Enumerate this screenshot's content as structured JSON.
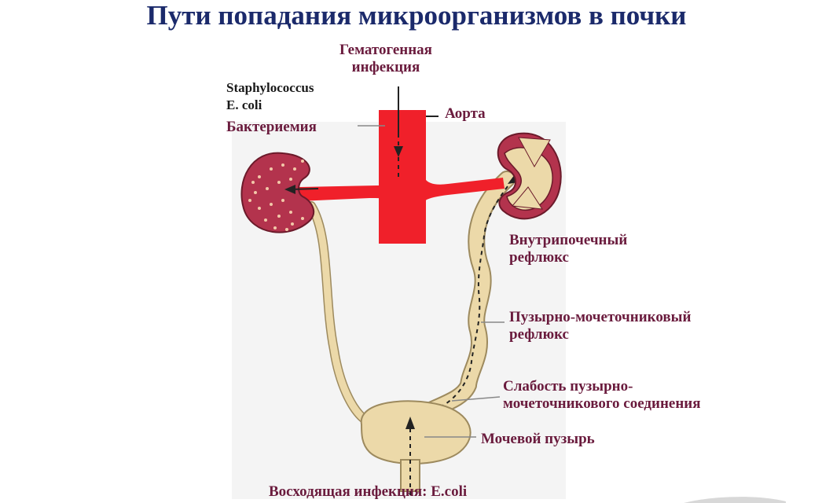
{
  "title": "Пути попадания микроорганизмов в почки",
  "labels": {
    "hematogenous": [
      "Гематогенная",
      "инфекция"
    ],
    "bacteria": [
      "Staphylococcus",
      "E. coli"
    ],
    "bacteremia": "Бактериемия",
    "aorta": "Аорта",
    "intrarenal_reflux": [
      "Внутрипочечный",
      "рефлюкс"
    ],
    "vesicoureteral_reflux": [
      "Пузырно-мочеточниковый",
      "рефлюкс"
    ],
    "junction_weakness": [
      "Слабость пузырно-",
      "мочеточникового соединения"
    ],
    "bladder": "Мочевой пузырь",
    "ascending": "Восходящая инфекция: E.coli"
  },
  "colors": {
    "title": "#1b2a6b",
    "label": "#6a1b3d",
    "artery": "#f0202a",
    "kidney": "#b3334d",
    "ureter": "#ecd9a9",
    "ureter_outline": "#9d8a5e"
  }
}
